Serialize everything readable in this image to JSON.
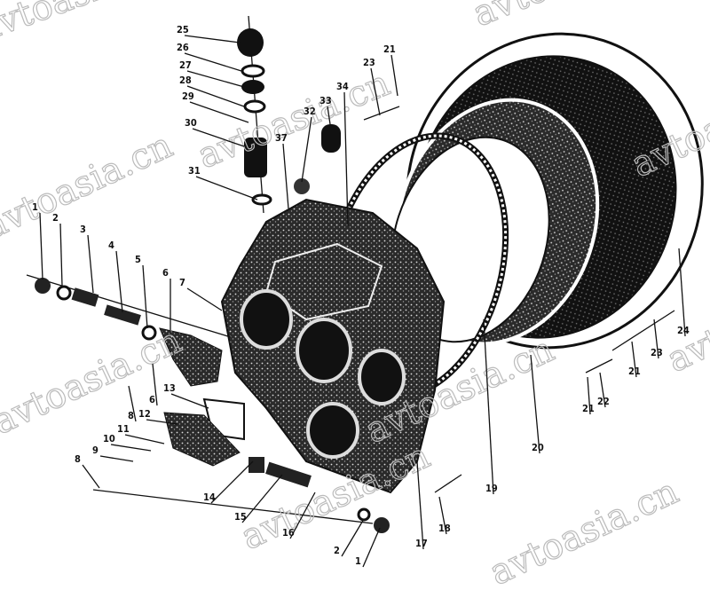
{
  "watermark": "avtoasia.cn",
  "callouts": [
    "25",
    "26",
    "27",
    "28",
    "29",
    "30",
    "31",
    "37",
    "32",
    "33",
    "34",
    "23",
    "21",
    "1",
    "2",
    "3",
    "4",
    "5",
    "6",
    "7",
    "6",
    "8",
    "12",
    "13",
    "11",
    "10",
    "9",
    "8",
    "14",
    "15",
    "16",
    "2",
    "1",
    "17",
    "18",
    "19",
    "20",
    "21",
    "22",
    "21",
    "23",
    "24"
  ],
  "colors": {
    "ink": "#111111",
    "paper": "#ffffff",
    "watermark": "#bbbbbb"
  }
}
